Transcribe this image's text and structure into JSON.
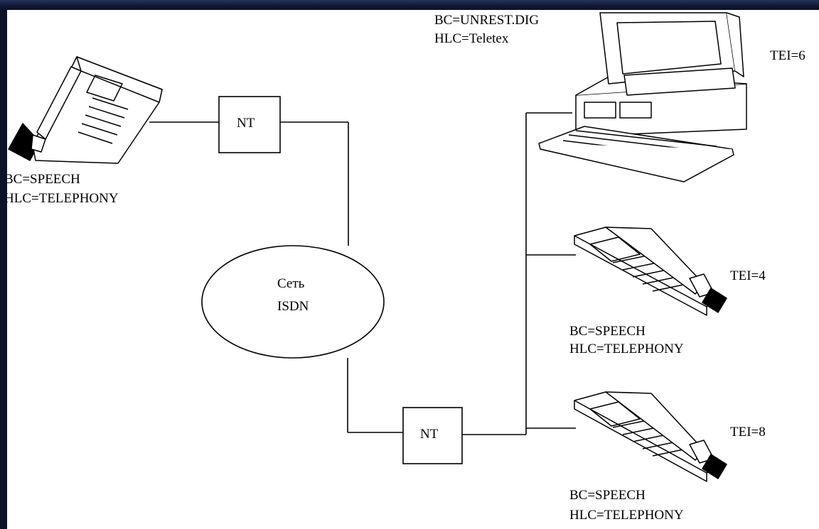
{
  "colors": {
    "background": "#ffffff",
    "frame": "#0a1228",
    "ink": "#000000"
  },
  "nodes": {
    "nt_top": {
      "label": "NT"
    },
    "nt_bottom": {
      "label": "NT"
    },
    "network": {
      "line1": "Сеть",
      "line2": "ISDN"
    }
  },
  "terminals": {
    "left_phone": {
      "bc": "BC=SPEECH",
      "hlc": "HLC=TELEPHONY"
    },
    "computer": {
      "bc": "BC=UNREST.DIG",
      "hlc": "HLC=Teletex",
      "tei": "TEI=6"
    },
    "phone_2": {
      "bc": "BC=SPEECH",
      "hlc": "HLC=TELEPHONY",
      "tei": "TEI=4"
    },
    "phone_3": {
      "bc": "BC=SPEECH",
      "hlc": "HLC=TELEPHONY",
      "tei": "TEI=8"
    }
  },
  "icons": [
    "telephone-icon",
    "computer-icon"
  ]
}
